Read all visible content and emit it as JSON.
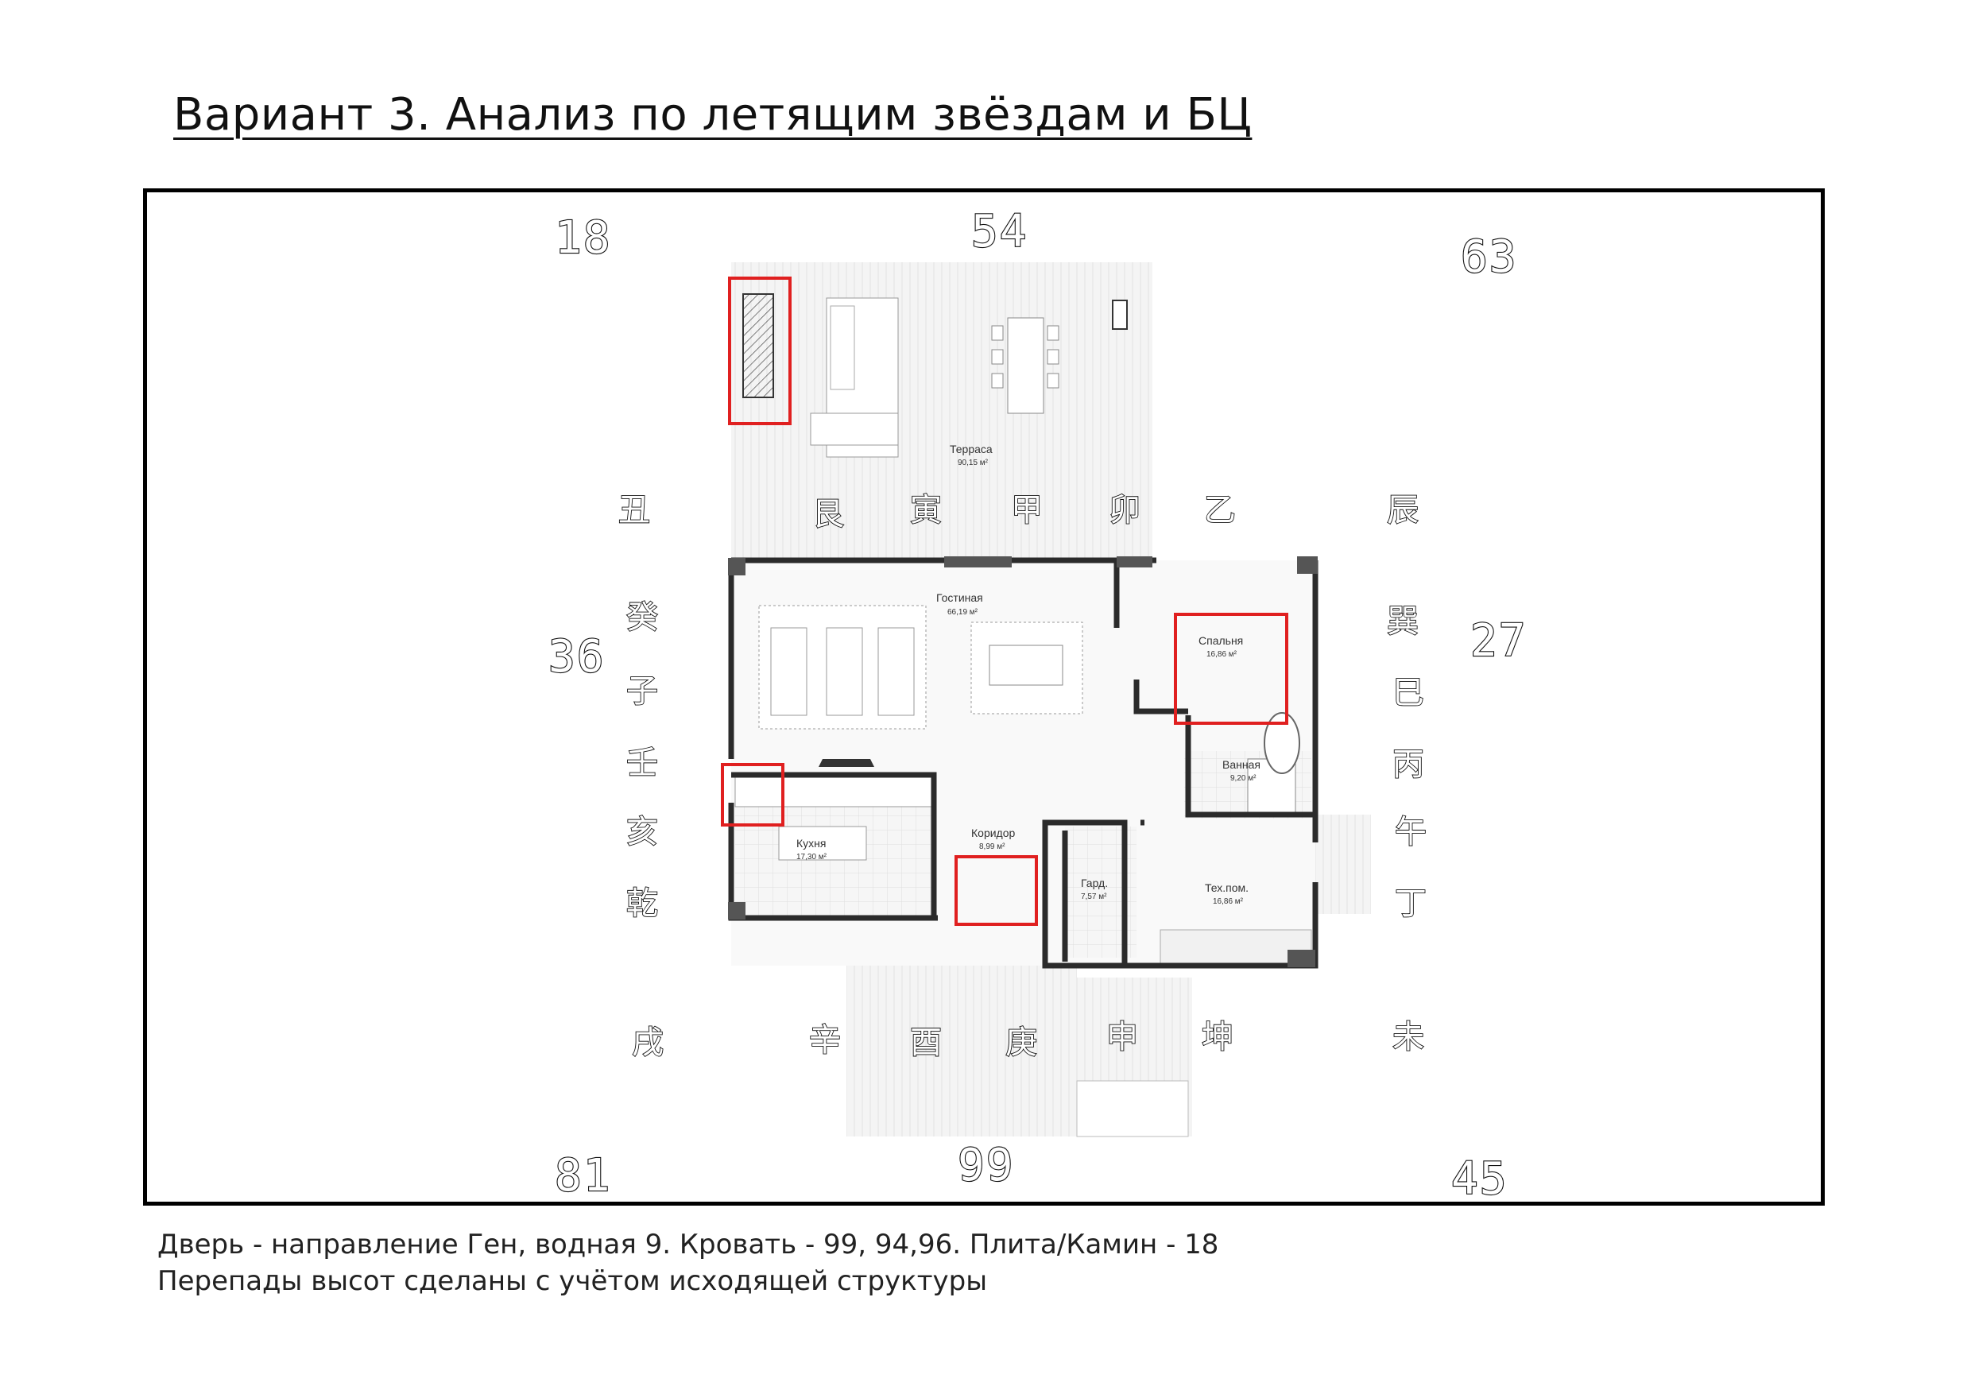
{
  "title": "Вариант 3. Анализ по летящим звёздам и БЦ",
  "notes": {
    "line1": "Дверь - направление Ген, водная 9. Кровать  - 99, 94,96. Плита/Камин - 18",
    "line2": "Перепады высот сделаны с учётом исходящей структуры"
  },
  "stars": {
    "nw": "18",
    "n": "54",
    "ne": "63",
    "w": "36",
    "e": "27",
    "sw": "81",
    "s": "99",
    "se": "45"
  },
  "mountains": {
    "top": [
      "丑",
      "艮",
      "寅",
      "甲",
      "卯",
      "乙",
      "辰"
    ],
    "left": [
      "癸",
      "子",
      "壬",
      "亥",
      "乾"
    ],
    "right": [
      "巽",
      "巳",
      "丙",
      "午",
      "丁"
    ],
    "bottom": [
      "戌",
      "辛",
      "酉",
      "庚",
      "申",
      "坤",
      "未"
    ]
  },
  "rooms": {
    "terrace": {
      "name": "Терраса",
      "area": "90,15 м²"
    },
    "living": {
      "name": "Гостиная",
      "area": "66,19 м²"
    },
    "bedroom": {
      "name": "Спальня",
      "area": "16,86 м²"
    },
    "bath": {
      "name": "Ванная",
      "area": "9,20 м²"
    },
    "kitchen": {
      "name": "Кухня",
      "area": "17,30 м²"
    },
    "corridor": {
      "name": "Коридор",
      "area": "8,99 м²"
    },
    "wardrobe": {
      "name": "Гард.",
      "area": "7,57 м²"
    },
    "tech": {
      "name": "Тех.пом.",
      "area": "16,86 м²"
    }
  },
  "colors": {
    "highlight": "#e02020",
    "wall": "#2b2b2b"
  }
}
